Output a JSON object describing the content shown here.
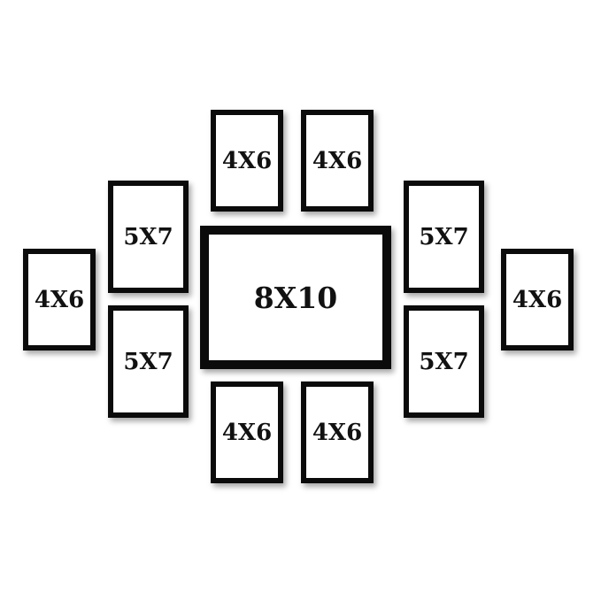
{
  "frames": {
    "top_left": {
      "label": "4X6"
    },
    "top_right": {
      "label": "4X6"
    },
    "left_upper": {
      "label": "5X7"
    },
    "right_upper": {
      "label": "5X7"
    },
    "center": {
      "label": "8X10"
    },
    "far_left": {
      "label": "4X6"
    },
    "far_right": {
      "label": "4X6"
    },
    "left_lower": {
      "label": "5X7"
    },
    "right_lower": {
      "label": "5X7"
    },
    "bottom_left": {
      "label": "4X6"
    },
    "bottom_right": {
      "label": "4X6"
    }
  },
  "colors": {
    "frame_border": "#0b0b0b",
    "background": "#ffffff",
    "label_text": "#111111"
  }
}
